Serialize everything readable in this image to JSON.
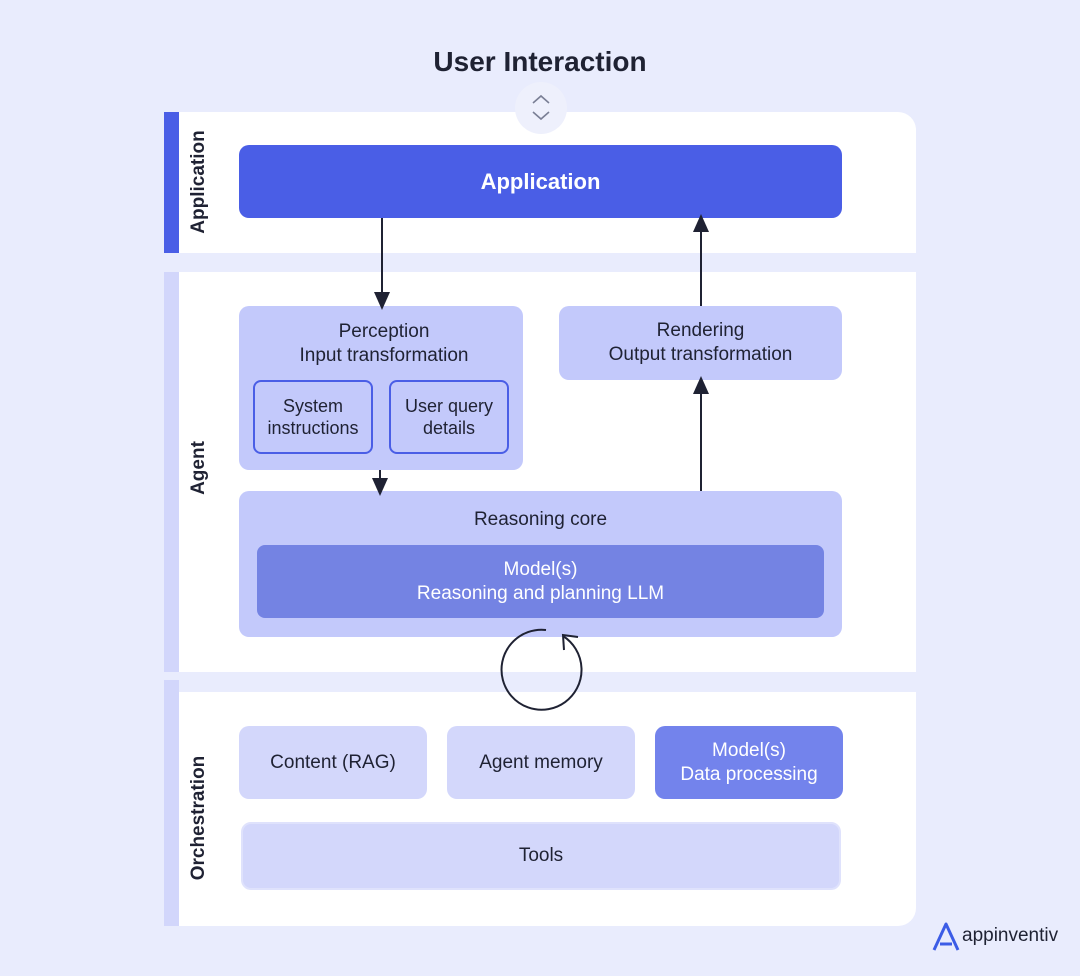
{
  "title": "User Interaction",
  "sections": {
    "application": "Application",
    "agent": "Agent",
    "orchestration": "Orchestration"
  },
  "application_box": "Application",
  "perception": {
    "line1": "Perception",
    "line2": "Input transformation",
    "system_line1": "System",
    "system_line2": "instructions",
    "query_line1": "User query",
    "query_line2": "details"
  },
  "rendering": {
    "line1": "Rendering",
    "line2": "Output transformation"
  },
  "reasoning": {
    "title": "Reasoning core",
    "model_line1": "Model(s)",
    "model_line2": "Reasoning and planning LLM"
  },
  "orchestration_items": {
    "content": "Content (RAG)",
    "memory": "Agent memory",
    "model_line1": "Model(s)",
    "model_line2": "Data processing",
    "tools": "Tools"
  },
  "logo": "appinventiv",
  "colors": {
    "accent": "#4a5ee6",
    "background": "#e9ecfd",
    "soft": "#c3c9fb",
    "model": "#7483e3"
  }
}
